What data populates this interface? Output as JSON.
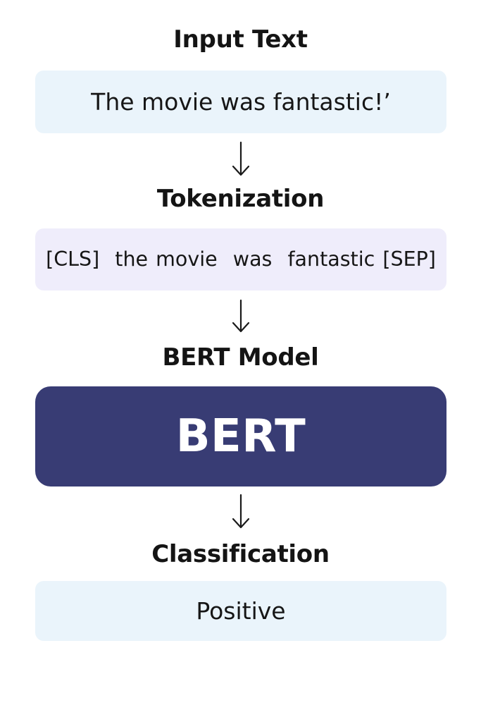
{
  "diagram": {
    "steps": [
      {
        "heading": "Input Text",
        "content": "The movie was fantastic!’"
      },
      {
        "heading": "Tokenization",
        "content": "[CLS]  the movie  was  fantastic [SEP]"
      },
      {
        "heading": "BERT Model",
        "content": "BERT"
      },
      {
        "heading": "Classification",
        "content": "Positive"
      }
    ],
    "arrows": [
      "down-arrow-icon",
      "down-arrow-icon",
      "down-arrow-icon"
    ],
    "colors": {
      "light_box": "#eaf4fb",
      "lavender_box": "#efedfb",
      "bert_box": "#383c74",
      "text": "#141414",
      "bert_text": "#ffffff"
    }
  }
}
